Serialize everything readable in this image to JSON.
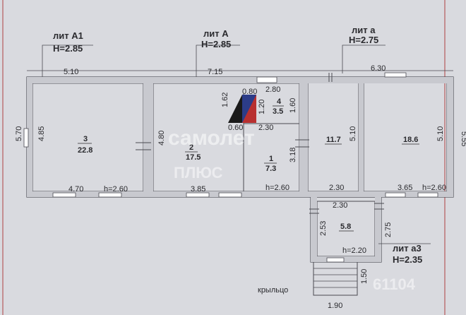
{
  "labels": {
    "lit_a1": "лит А1",
    "h_a1": "Н=2.85",
    "lit_a": "лит А",
    "h_a": "Н=2.85",
    "lit_a_small": "лит а",
    "h_a_small": "Н=2.75",
    "lit_a3": "лит а3",
    "h_a3": "Н=2.35",
    "porch": "крыльцо"
  },
  "dims": {
    "top_510": "5.10",
    "top_715": "7.15",
    "top_630": "6.30",
    "left_570": "5.70",
    "right_555": "5.55",
    "r3_485": "4.85",
    "r3_470": "4.70",
    "r3_h": "h=2.60",
    "r2_480": "4.80",
    "r2_385": "3.85",
    "r4_162": "1.62",
    "r4_080": "0.80",
    "r4_280": "2.80",
    "r4_120": "1.20",
    "r4_160": "1.60",
    "r4_060": "0.60",
    "r1_230": "2.30",
    "r1_318": "3.18",
    "r1_h": "h=2.60",
    "r5_510": "5.10",
    "r5_230": "2.30",
    "r6_510": "5.10",
    "r6_365": "3.65",
    "r6_h": "h=2.60",
    "r7_230": "2.30",
    "r7_253": "2.53",
    "r7_275": "2.75",
    "r7_h": "h=2.20",
    "porch_150": "1.50",
    "porch_190": "1.90"
  },
  "rooms": {
    "r3_no": "3",
    "r3_area": "22.8",
    "r2_no": "2",
    "r2_area": "17.5",
    "r4_no": "4",
    "r4_area": "3.5",
    "r1_no": "1",
    "r1_area": "7.3",
    "r5_area": "11.7",
    "r6_area": "18.6",
    "r7_area": "5.8"
  },
  "watermark": {
    "brand": "самолет",
    "sub": "ПЛЮС",
    "id": "61104"
  }
}
